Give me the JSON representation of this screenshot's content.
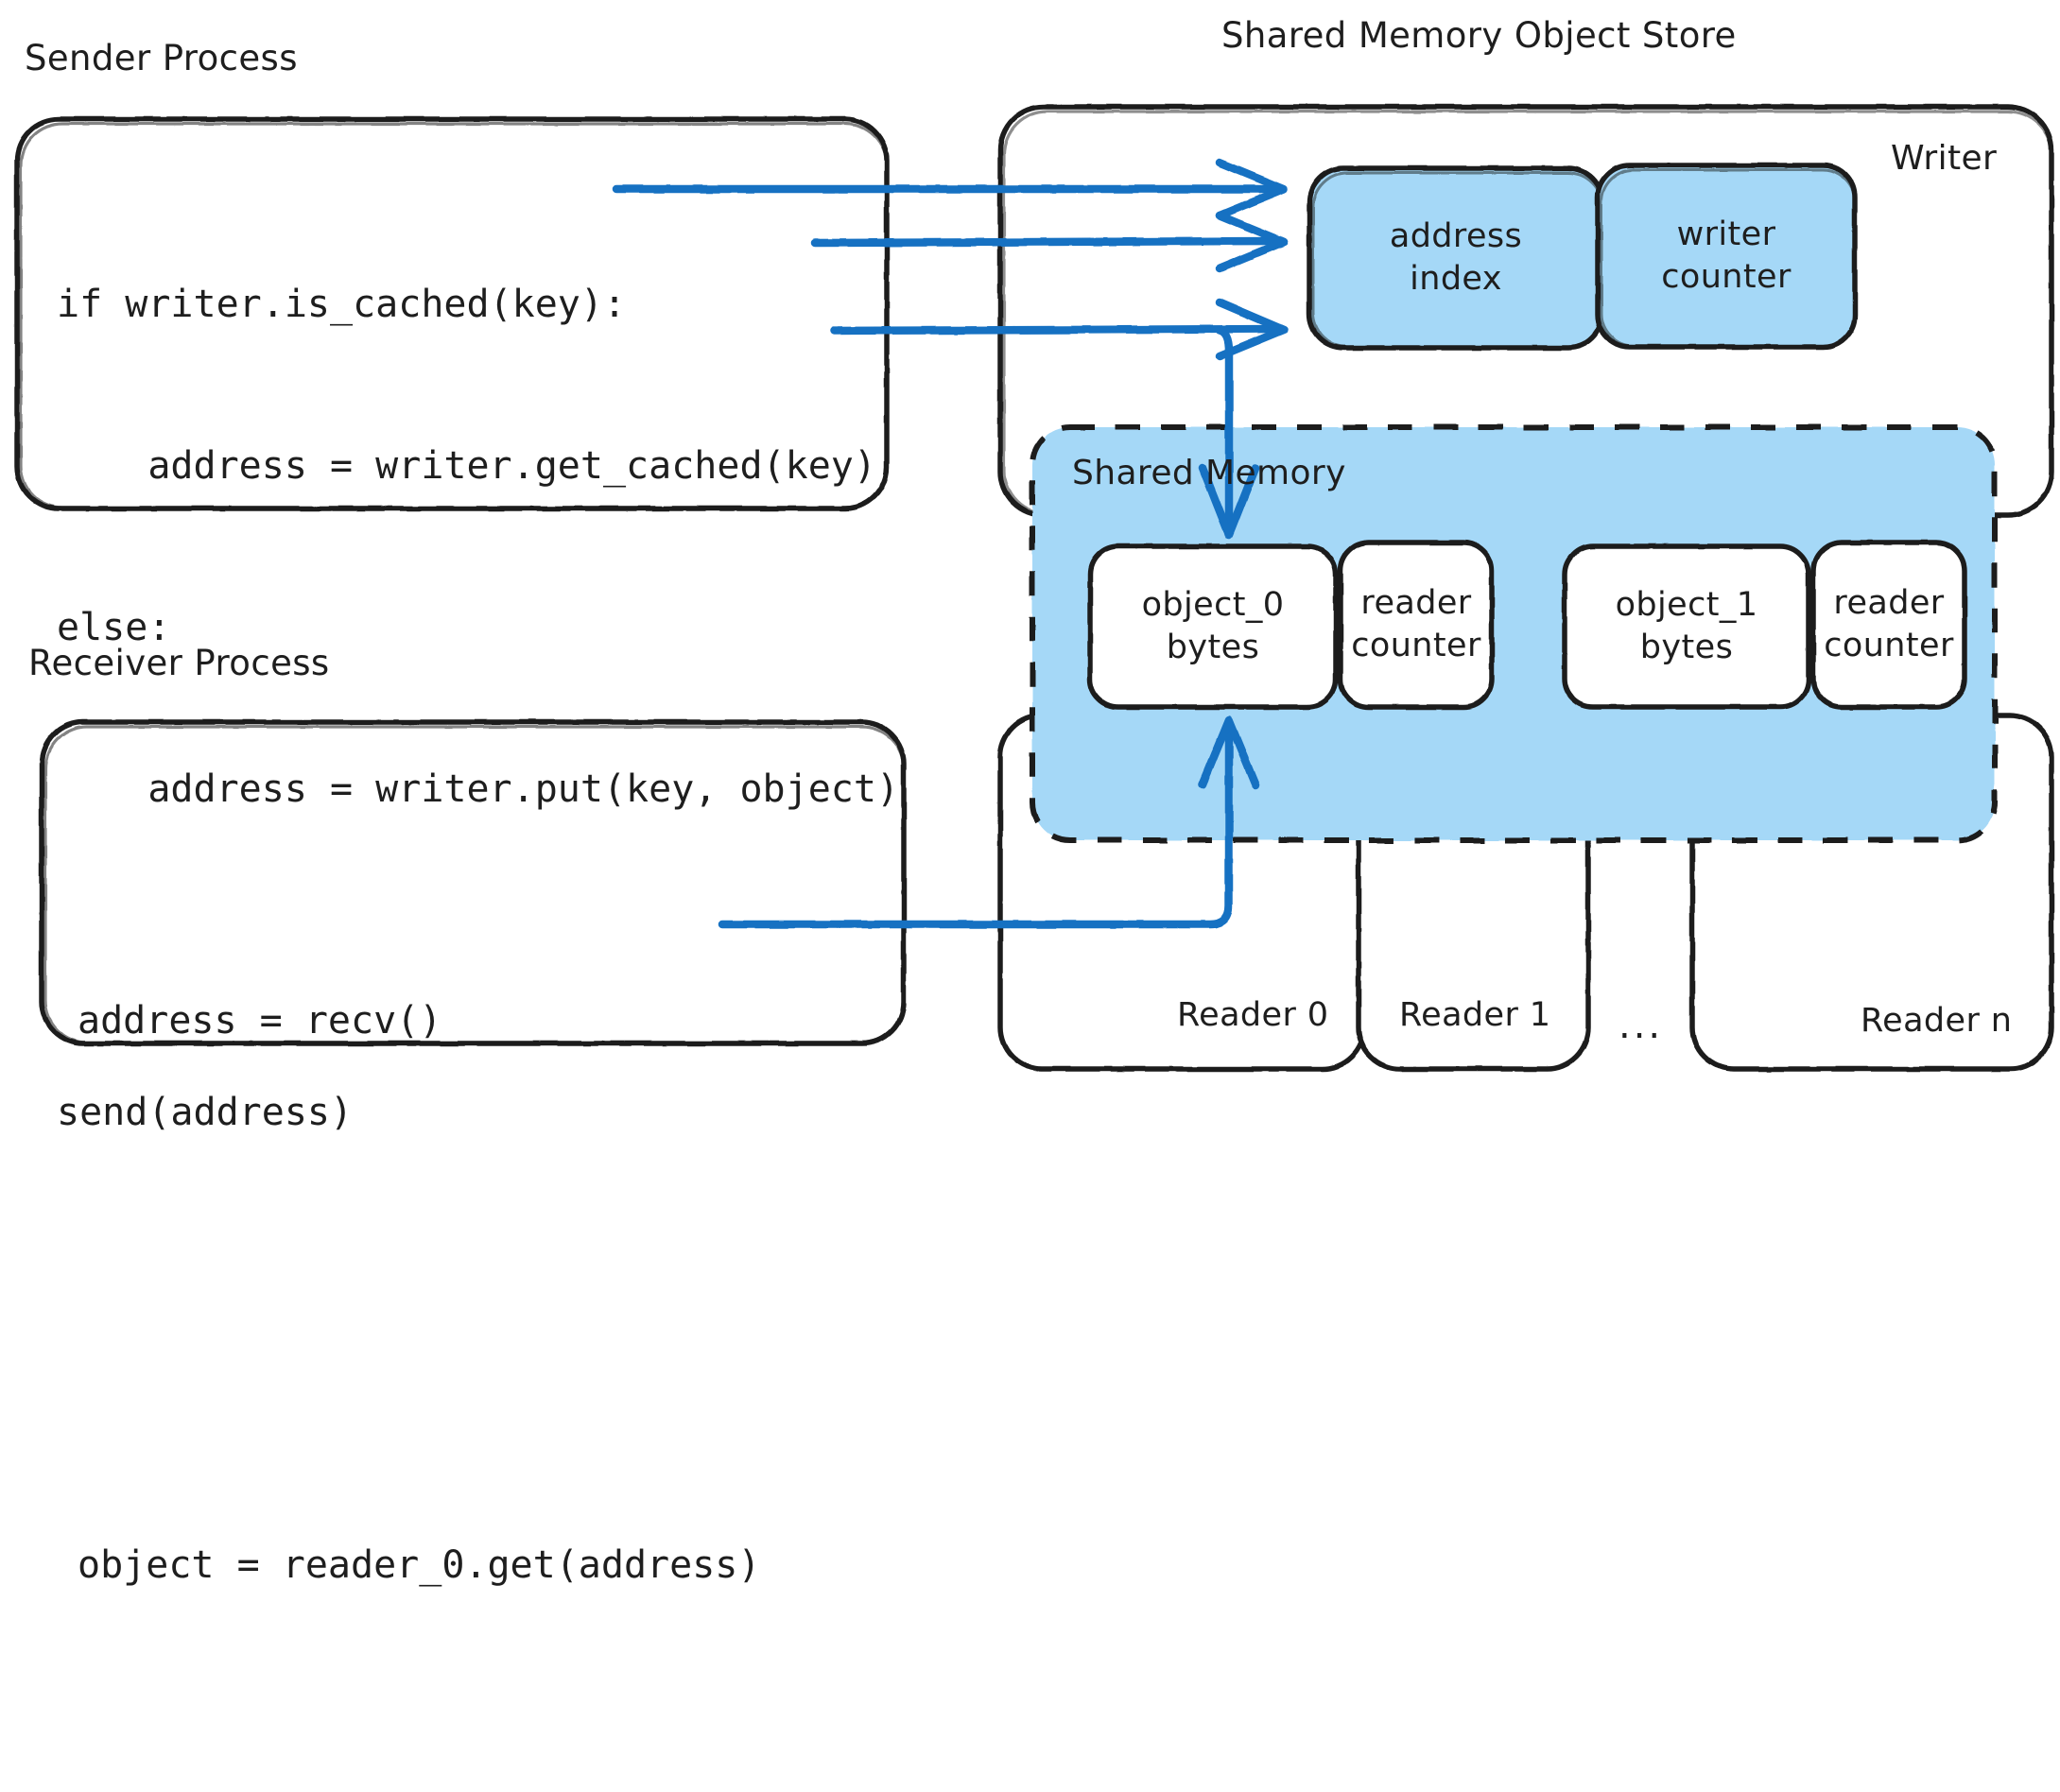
{
  "diagram": {
    "title_sender": "Sender Process",
    "title_receiver": "Receiver Process",
    "title_store": "Shared Memory Object Store",
    "label_writer": "Writer",
    "label_shared_memory": "Shared Memory",
    "ellipsis": "...",
    "colors": {
      "stroke": "#1e1e1e",
      "arrow_blue": "#1971c2",
      "fill_light_blue": "#a5d8f7",
      "background": "#ffffff"
    }
  },
  "sender_code": {
    "lines": [
      "if writer.is_cached(key):",
      "    address = writer.get_cached(key)",
      "else:",
      "    address = writer.put(key, object)",
      "",
      "send(address)"
    ]
  },
  "receiver_code": {
    "lines": [
      "address = recv()",
      "",
      "object = reader_0.get(address)"
    ]
  },
  "writer_cells": [
    {
      "line1": "address",
      "line2": "index"
    },
    {
      "line1": "writer",
      "line2": "counter"
    }
  ],
  "shared_memory_slots": [
    {
      "object": {
        "line1": "object_0",
        "line2": "bytes"
      },
      "counter": {
        "line1": "reader",
        "line2": "counter"
      }
    },
    {
      "object": {
        "line1": "object_1",
        "line2": "bytes"
      },
      "counter": {
        "line1": "reader",
        "line2": "counter"
      }
    }
  ],
  "readers": [
    {
      "label": "Reader 0"
    },
    {
      "label": "Reader 1"
    },
    {
      "label": "Reader n"
    }
  ]
}
